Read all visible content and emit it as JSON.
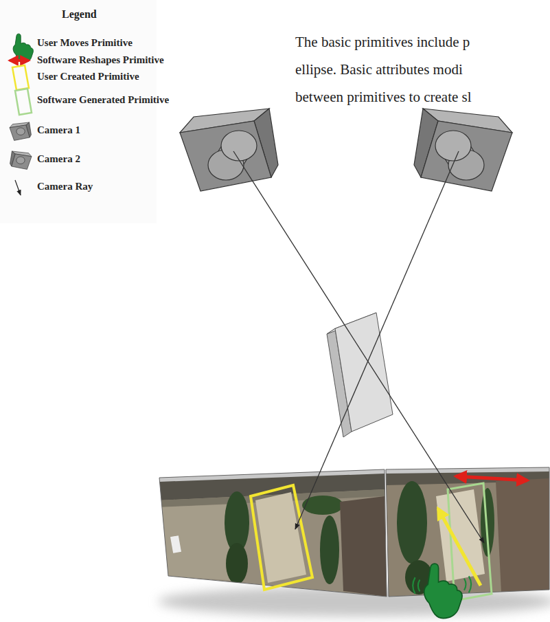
{
  "diagram": {
    "labels": [
      "Legend",
      "The basic primitives include p",
      "ellipse. Basic attributes modi",
      "between primitives to create sl"
    ],
    "legend": [
      {
        "text": "User Moves Primitive"
      },
      {
        "text": "Software Reshapes Primitive"
      },
      {
        "text": "User Created Primitive"
      },
      {
        "text": "Software Generated Primitive"
      },
      {
        "text": "Camera 1"
      },
      {
        "text": "Camera 2"
      },
      {
        "text": "Camera Ray"
      }
    ]
  }
}
